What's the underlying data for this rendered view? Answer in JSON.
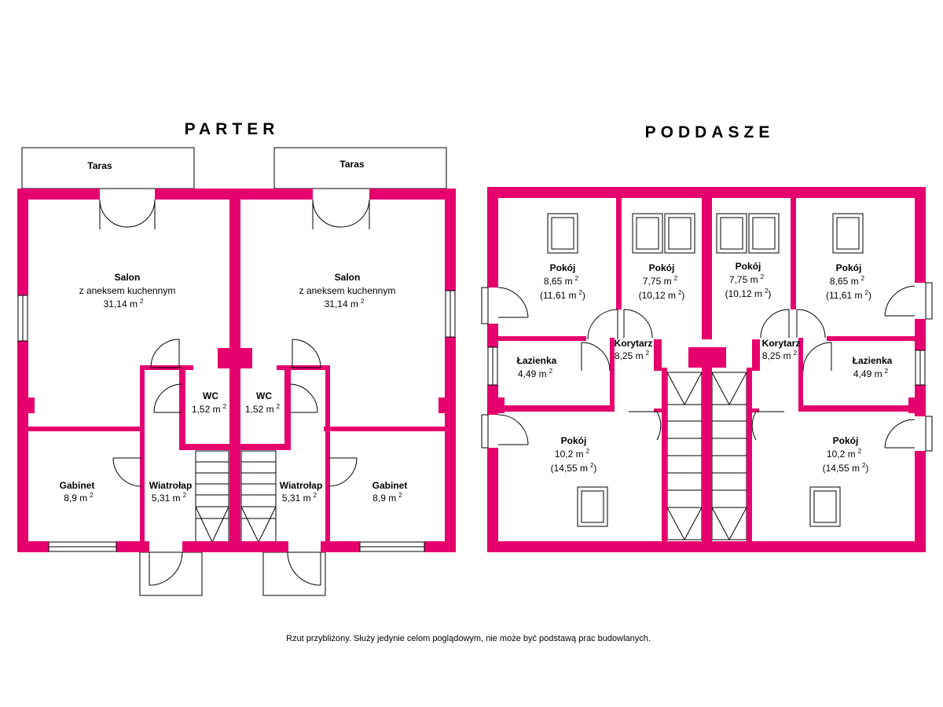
{
  "floors": {
    "parter": {
      "title": "PARTER"
    },
    "poddasze": {
      "title": "PODDASZE"
    }
  },
  "rooms": {
    "taras_l": {
      "name": "Taras"
    },
    "taras_r": {
      "name": "Taras"
    },
    "salon_l": {
      "name": "Salon",
      "name2": "z aneksem kuchennym",
      "area": "31,14 m",
      "unit_sup": "2"
    },
    "salon_r": {
      "name": "Salon",
      "name2": "z aneksem kuchennym",
      "area": "31,14 m",
      "unit_sup": "2"
    },
    "wc_l": {
      "name": "WC",
      "area": "1,52 m",
      "unit_sup": "2"
    },
    "wc_r": {
      "name": "WC",
      "area": "1,52 m",
      "unit_sup": "2"
    },
    "gabinet_l": {
      "name": "Gabinet",
      "area": "8,9 m",
      "unit_sup": "2"
    },
    "gabinet_r": {
      "name": "Gabinet",
      "area": "8,9 m",
      "unit_sup": "2"
    },
    "wiatrolap_l": {
      "name": "Wiatrołap",
      "area": "5,31 m",
      "unit_sup": "2"
    },
    "wiatrolap_r": {
      "name": "Wiatrołap",
      "area": "5,31 m",
      "unit_sup": "2"
    },
    "pokoj_1": {
      "name": "Pokój",
      "area": "8,65 m",
      "unit_sup": "2",
      "area2": "(11,61 m",
      "area2_sup": "2",
      "area2_close": ")"
    },
    "pokoj_2": {
      "name": "Pokój",
      "area": "7,75 m",
      "unit_sup": "2",
      "area2": "(10,12 m",
      "area2_sup": "2",
      "area2_close": ")"
    },
    "pokoj_3": {
      "name": "Pokój",
      "area": "7,75 m",
      "unit_sup": "2",
      "area2": "(10,12 m",
      "area2_sup": "2",
      "area2_close": ")"
    },
    "pokoj_4": {
      "name": "Pokój",
      "area": "8,65 m",
      "unit_sup": "2",
      "area2": "(11,61 m",
      "area2_sup": "2",
      "area2_close": ")"
    },
    "lazienka_l": {
      "name": "Łazienka",
      "area": "4,49 m",
      "unit_sup": "2"
    },
    "lazienka_r": {
      "name": "Łazienka",
      "area": "4,49 m",
      "unit_sup": "2"
    },
    "korytarz_l": {
      "name": "Korytarz",
      "area": "8,25 m",
      "unit_sup": "2"
    },
    "korytarz_r": {
      "name": "Korytarz",
      "area": "8,25 m",
      "unit_sup": "2"
    },
    "pokoj_5": {
      "name": "Pokój",
      "area": "10,2 m",
      "unit_sup": "2",
      "area2": "(14,55 m",
      "area2_sup": "2",
      "area2_close": ")"
    },
    "pokoj_6": {
      "name": "Pokój",
      "area": "10,2 m",
      "unit_sup": "2",
      "area2": "(14,55 m",
      "area2_sup": "2",
      "area2_close": ")"
    }
  },
  "footer_note": "Rzut przybliżony. Służy jedynie celom poglądowym, nie może być podstawą prac budowlanych.",
  "colors": {
    "wall": "#e6006e",
    "line": "#000000",
    "background": "#ffffff"
  }
}
